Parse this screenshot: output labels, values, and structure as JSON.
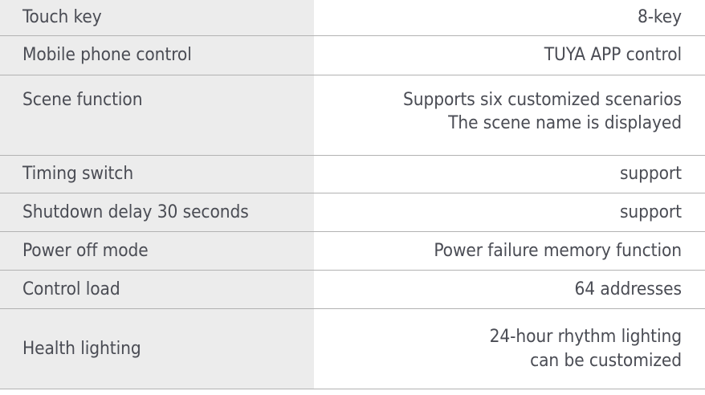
{
  "table": {
    "column_label_bg": "#ececec",
    "column_value_bg": "#ffffff",
    "separator_color": "#b2b2b2",
    "text_color": "#4a4c54",
    "rows": [
      {
        "label": "Touch key",
        "value": "8-key",
        "height_class": "h-44",
        "variant": ""
      },
      {
        "label": "Mobile phone control",
        "value": "TUYA APP control",
        "height_class": "h-49",
        "variant": ""
      },
      {
        "label": "Scene function",
        "value": "Supports six customized scenarios\nThe scene name is displayed",
        "height_class": "h-100",
        "variant": "row-tall"
      },
      {
        "label": "Timing switch",
        "value": "support",
        "height_class": "h-47",
        "variant": ""
      },
      {
        "label": "Shutdown delay 30 seconds",
        "value": "support",
        "height_class": "h-48",
        "variant": ""
      },
      {
        "label": "Power off mode",
        "value": "Power failure memory function",
        "height_class": "h-48",
        "variant": ""
      },
      {
        "label": "Control load",
        "value": "64 addresses",
        "height_class": "h-48",
        "variant": ""
      },
      {
        "label": "Health lighting",
        "value": "24-hour rhythm lighting\ncan be customized",
        "height_class": "h-100",
        "variant": "row-tall-center"
      }
    ]
  }
}
